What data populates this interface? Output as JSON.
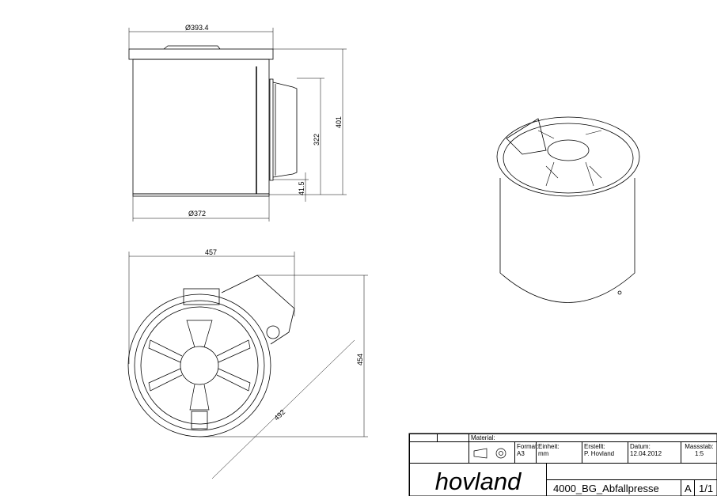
{
  "drawing": {
    "front_view": {
      "dim_top_diameter": "Ø393.4",
      "dim_bottom_diameter": "Ø372",
      "dim_height_total": "401",
      "dim_door_height": "322",
      "dim_door_offset": "41.5"
    },
    "top_view": {
      "dim_width": "457",
      "dim_depth": "454",
      "dim_diagonal": "492"
    }
  },
  "title_block": {
    "material_label": "Material:",
    "format_label": "Format:",
    "format_value": "A3",
    "unit_label": "Einheit:",
    "unit_value": "mm",
    "created_label": "Erstellt:",
    "created_value": "P. Hovland",
    "date_label": "Datum:",
    "date_value": "12.04.2012",
    "scale_label": "Massstab:",
    "scale_value": "1:5",
    "logo": "hovland",
    "drawing_name": "4000_BG_Abfallpresse",
    "revision": "A",
    "sheet": "1/1"
  }
}
